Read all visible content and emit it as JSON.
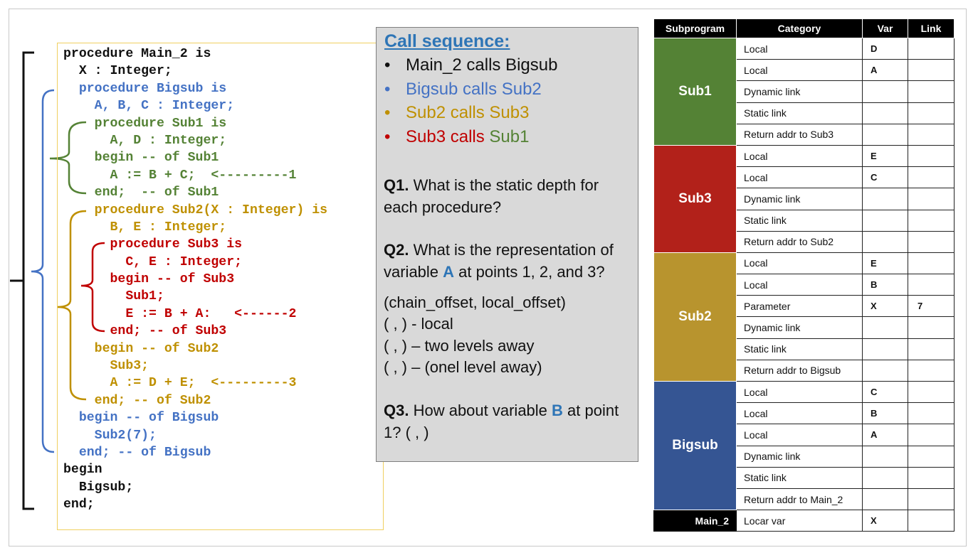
{
  "code": {
    "lines": [
      {
        "text": "procedure Main_2 is",
        "color": "black"
      },
      {
        "text": "  X : Integer;",
        "color": "black"
      },
      {
        "text": "  procedure Bigsub is",
        "color": "blue"
      },
      {
        "text": "    A, B, C : Integer;",
        "color": "blue"
      },
      {
        "text": "    procedure Sub1 is",
        "color": "green"
      },
      {
        "text": "      A, D : Integer;",
        "color": "green"
      },
      {
        "text": "    begin -- of Sub1",
        "color": "green"
      },
      {
        "text": "      A := B + C;  <---------1",
        "color": "green"
      },
      {
        "text": "    end;  -- of Sub1",
        "color": "green"
      },
      {
        "text": "    procedure Sub2(X : Integer) is",
        "color": "gold"
      },
      {
        "text": "      B, E : Integer;",
        "color": "gold"
      },
      {
        "text": "      procedure Sub3 is",
        "color": "red"
      },
      {
        "text": "        C, E : Integer;",
        "color": "red"
      },
      {
        "text": "      begin -- of Sub3",
        "color": "red"
      },
      {
        "text": "        Sub1;",
        "color": "red"
      },
      {
        "text": "        E := B + A:   <------2",
        "color": "red"
      },
      {
        "text": "      end; -- of Sub3",
        "color": "red"
      },
      {
        "text": "    begin -- of Sub2",
        "color": "gold"
      },
      {
        "text": "      Sub3;",
        "color": "gold"
      },
      {
        "text": "      A := D + E;  <---------3",
        "color": "gold"
      },
      {
        "text": "    end; -- of Sub2",
        "color": "gold"
      },
      {
        "text": "  begin -- of Bigsub",
        "color": "blue"
      },
      {
        "text": "    Sub2(7);",
        "color": "blue"
      },
      {
        "text": "  end; -- of Bigsub",
        "color": "blue"
      },
      {
        "text": "begin",
        "color": "black"
      },
      {
        "text": "  Bigsub;",
        "color": "black"
      },
      {
        "text": "end;",
        "color": "black"
      }
    ]
  },
  "call_sequence": {
    "title": "Call sequence:",
    "items": [
      {
        "text": "Main_2 calls Bigsub",
        "color": "#111111",
        "bullet_color": "#111111"
      },
      {
        "text": "Bigsub calls Sub2",
        "color": "#4472c4",
        "bullet_color": "#4472c4"
      },
      {
        "text": "Sub2 calls Sub3",
        "color": "#bf9000",
        "bullet_color": "#bf9000"
      },
      {
        "text": "Sub3 calls ",
        "color": "#c00000",
        "bullet_color": "#c00000",
        "suffix": "Sub1",
        "suffix_color": "#548235"
      }
    ],
    "q1_label": "Q1.",
    "q1_text": " What is the static depth for each procedure?",
    "q2_label": "Q2.",
    "q2_text_a": " What is the representation of variable ",
    "q2_var": "A",
    "q2_text_b": " at points 1, 2, and 3?",
    "tuple_header": "(chain_offset, local_offset)",
    "tuple_lines": [
      "(    ,    ) - local",
      "(    ,    ) – two levels away",
      "(    ,    ) – (onel level away)"
    ],
    "q3_label": "Q3.",
    "q3_text_a": " How about variable ",
    "q3_var": "B",
    "q3_text_b": " at point 1? (    ,    )"
  },
  "stack_table": {
    "headers": [
      "Subprogram",
      "Category",
      "Var",
      "Link"
    ],
    "groups": [
      {
        "name": "Sub1",
        "color": "#548235",
        "rows": [
          {
            "category": "Local",
            "var": "D",
            "link": ""
          },
          {
            "category": "Local",
            "var": "A",
            "link": ""
          },
          {
            "category": "Dynamic link",
            "var": "",
            "link": ""
          },
          {
            "category": "Static link",
            "var": "",
            "link": ""
          },
          {
            "category": "Return addr to Sub3",
            "var": "",
            "link": ""
          }
        ]
      },
      {
        "name": "Sub3",
        "color": "#b2211a",
        "rows": [
          {
            "category": "Local",
            "var": "E",
            "link": ""
          },
          {
            "category": "Local",
            "var": "C",
            "link": ""
          },
          {
            "category": "Dynamic link",
            "var": "",
            "link": ""
          },
          {
            "category": "Static link",
            "var": "",
            "link": ""
          },
          {
            "category": "Return addr to Sub2",
            "var": "",
            "link": ""
          }
        ]
      },
      {
        "name": "Sub2",
        "color": "#b8942e",
        "rows": [
          {
            "category": "Local",
            "var": "E",
            "link": ""
          },
          {
            "category": "Local",
            "var": "B",
            "link": ""
          },
          {
            "category": "Parameter",
            "var": "X",
            "link": "7"
          },
          {
            "category": "Dynamic link",
            "var": "",
            "link": ""
          },
          {
            "category": "Static link",
            "var": "",
            "link": ""
          },
          {
            "category": "Return addr to Bigsub",
            "var": "",
            "link": ""
          }
        ]
      },
      {
        "name": "Bigsub",
        "color": "#355593",
        "rows": [
          {
            "category": "Local",
            "var": "C",
            "link": ""
          },
          {
            "category": "Local",
            "var": "B",
            "link": ""
          },
          {
            "category": "Local",
            "var": "A",
            "link": ""
          },
          {
            "category": "Dynamic link",
            "var": "",
            "link": ""
          },
          {
            "category": "Static link",
            "var": "",
            "link": ""
          },
          {
            "category": "Return addr to Main_2",
            "var": "",
            "link": ""
          }
        ]
      },
      {
        "name": "Main_2",
        "color": "#000000",
        "rows": [
          {
            "category": "Locar var",
            "var": "X",
            "link": ""
          }
        ]
      }
    ]
  },
  "colors": {
    "black": "#111111",
    "blue": "#4472c4",
    "green": "#548235",
    "gold": "#bf9000",
    "red": "#c00000"
  }
}
